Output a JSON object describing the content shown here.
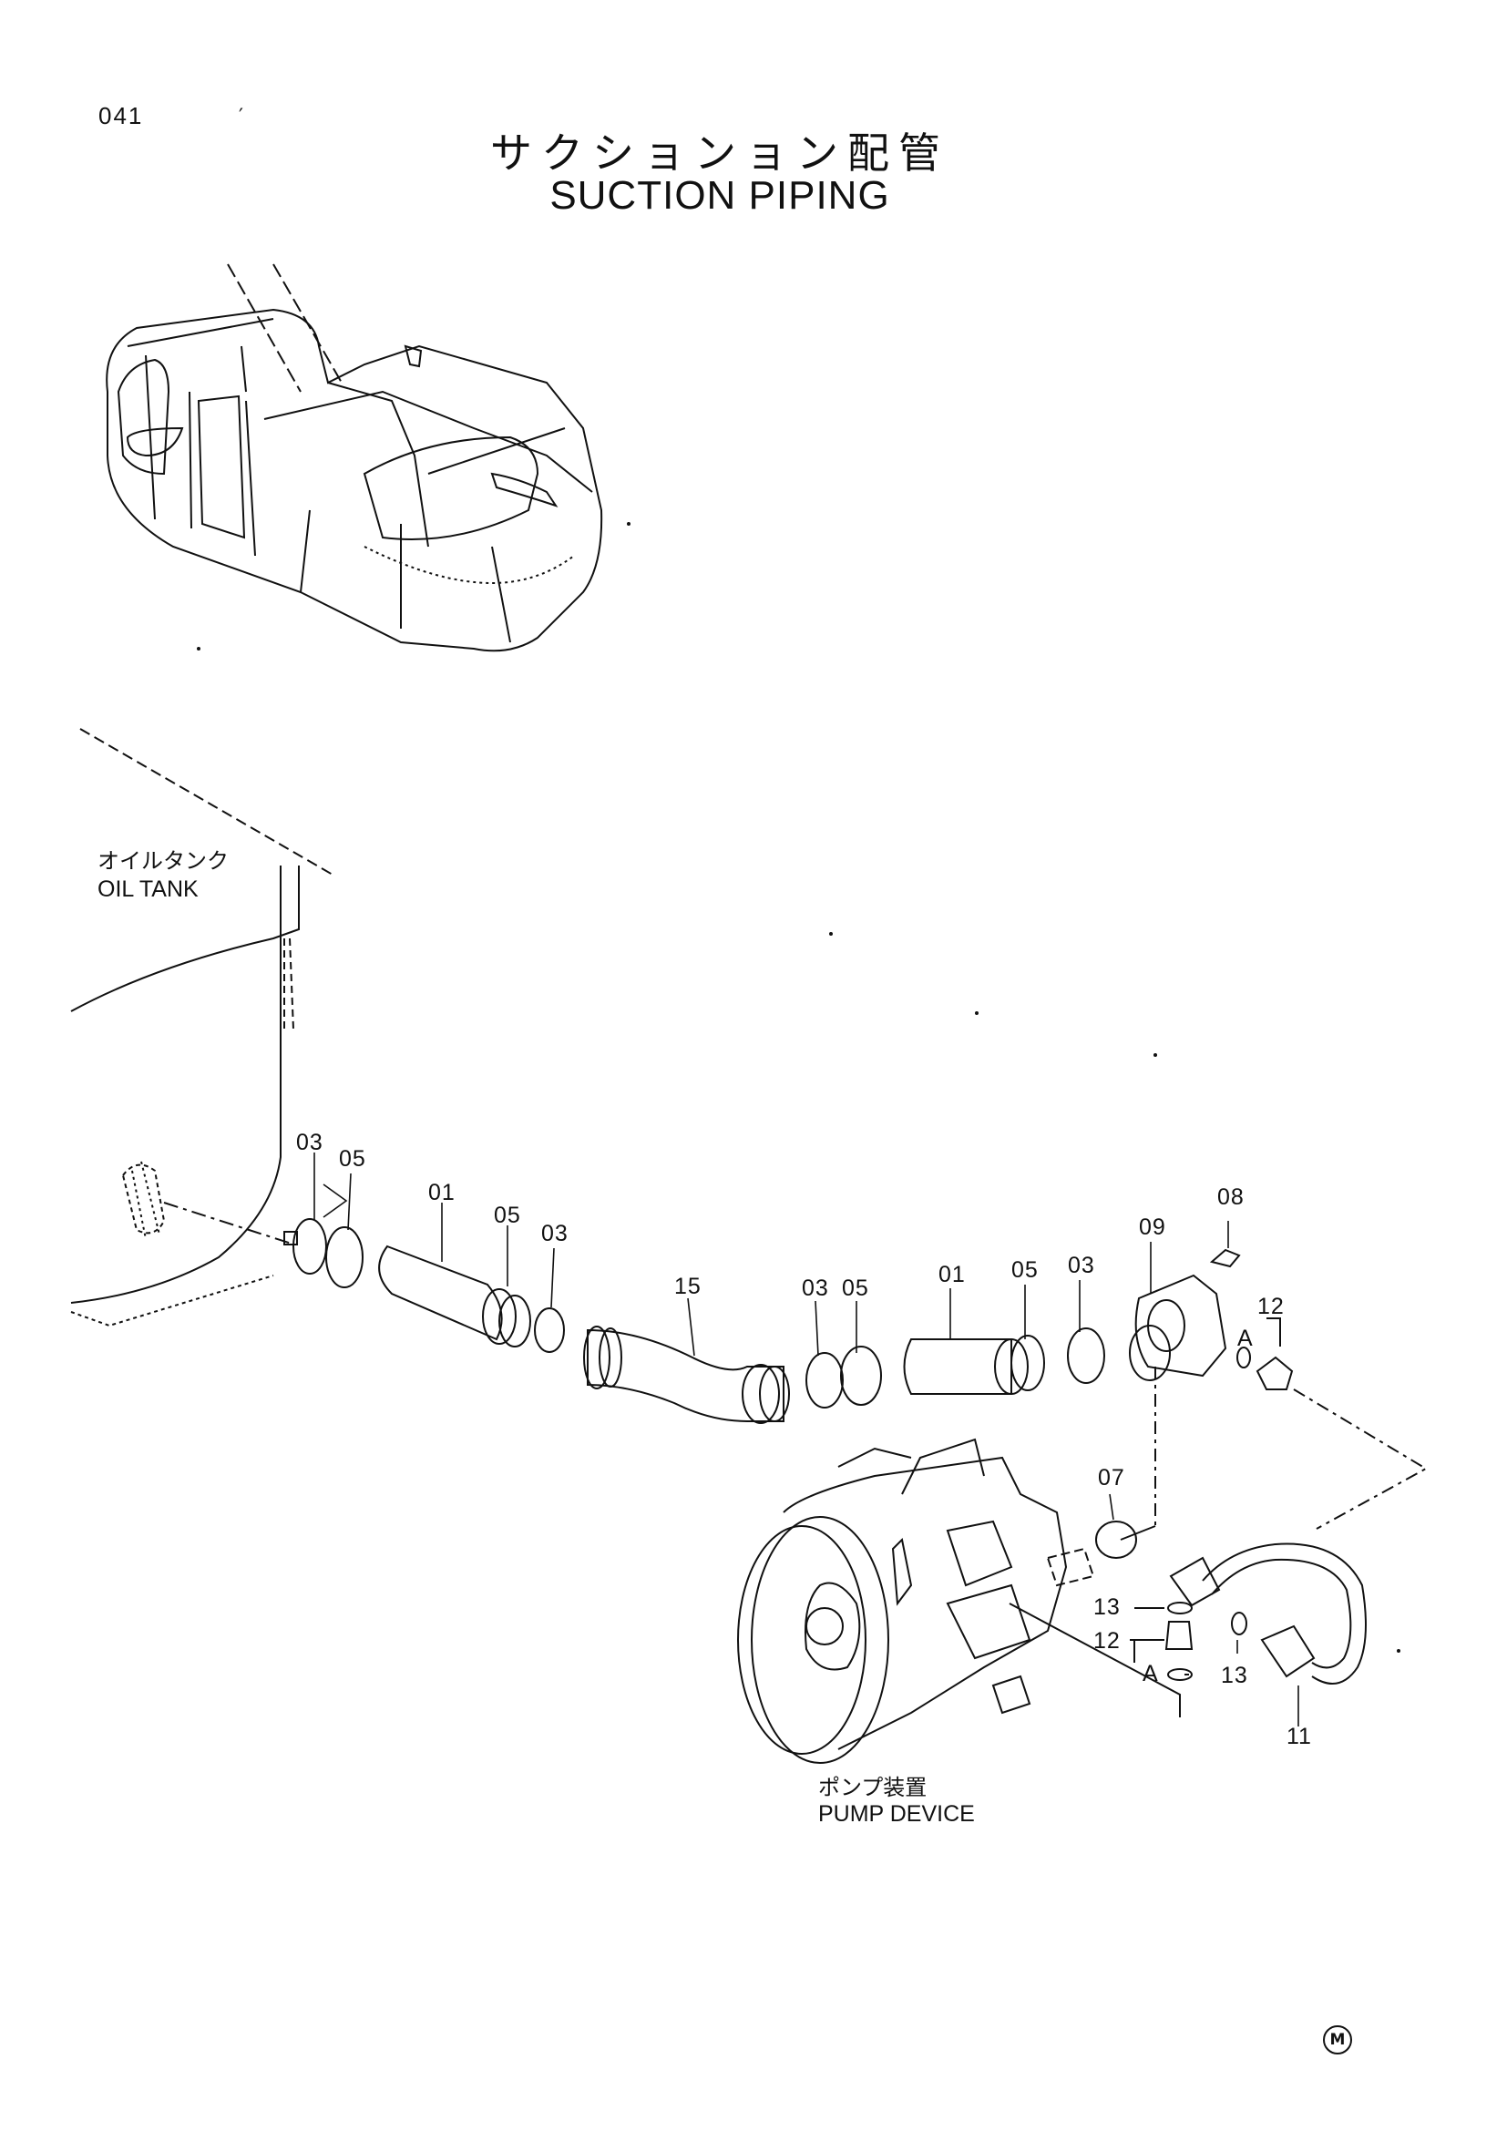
{
  "page": {
    "number": "041",
    "tick": "′"
  },
  "title": {
    "ja": "サクションョン配管",
    "en": "SUCTION  PIPING"
  },
  "labels": {
    "oil_tank_ja": "オイルタンク",
    "oil_tank_en": "OIL TANK",
    "pump_ja": "ポンプ装置",
    "pump_en": "PUMP DEVICE",
    "detail_a": "A",
    "detail_a2": "A"
  },
  "callouts": [
    "03",
    "05",
    "01",
    "05",
    "03",
    "15",
    "03",
    "05",
    "01",
    "05",
    "03",
    "09",
    "08",
    "12",
    "07",
    "13",
    "12",
    "13",
    "11"
  ],
  "mark": "M"
}
